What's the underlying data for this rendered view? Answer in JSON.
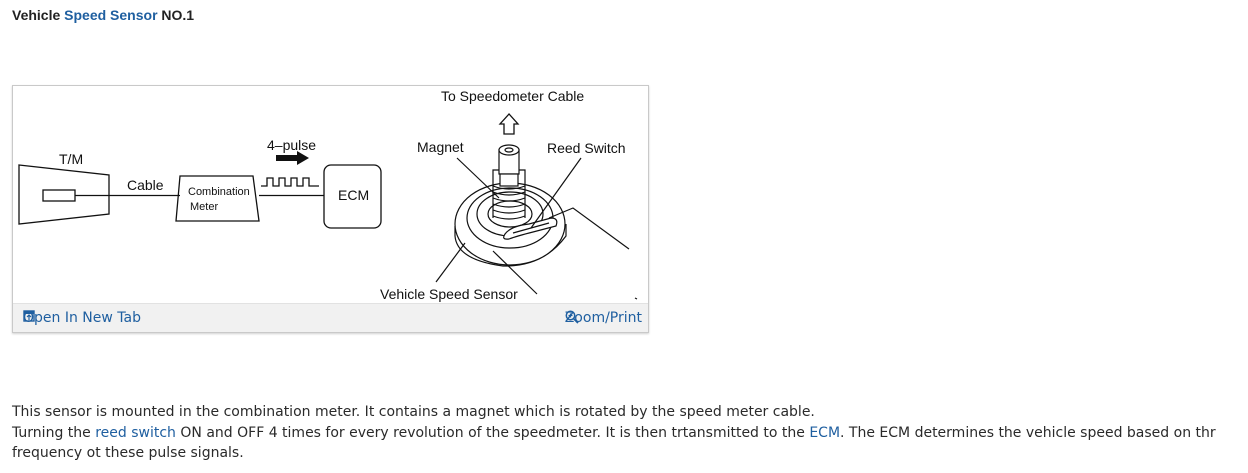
{
  "heading": {
    "prefix": "Vehicle",
    "link": "Speed Sensor",
    "suffix": "NO.1"
  },
  "diagram": {
    "tm_label": "T/M",
    "cable_label": "Cable",
    "meter_line1": "Combination",
    "meter_line2": "Meter",
    "pulse_label": "4–pulse",
    "ecm_label": "ECM",
    "speedometer_label": "To Speedometer Cable",
    "magnet_label": "Magnet",
    "reed_label": "Reed Switch",
    "sensor_label": "Vehicle Speed Sensor"
  },
  "toolbar": {
    "open_label": "Open In New Tab",
    "zoom_label": "Zoom/Print"
  },
  "paragraph": {
    "line1": "This sensor is mounted in the combination meter. It contains a magnet which is rotated by the speed meter cable.",
    "line2_a": "Turning the ",
    "line2_link1": "reed switch",
    "line2_b": " ON and OFF 4 times for every revolution of the speedmeter. It is then trtansmitted to the ",
    "line2_link2": "ECM",
    "line2_c": ". The ECM determines the vehicle speed based on thr frequency ot these pulse signals."
  },
  "colors": {
    "link": "#1f5fa0",
    "toolbar_bg": "#f1f1f1"
  }
}
